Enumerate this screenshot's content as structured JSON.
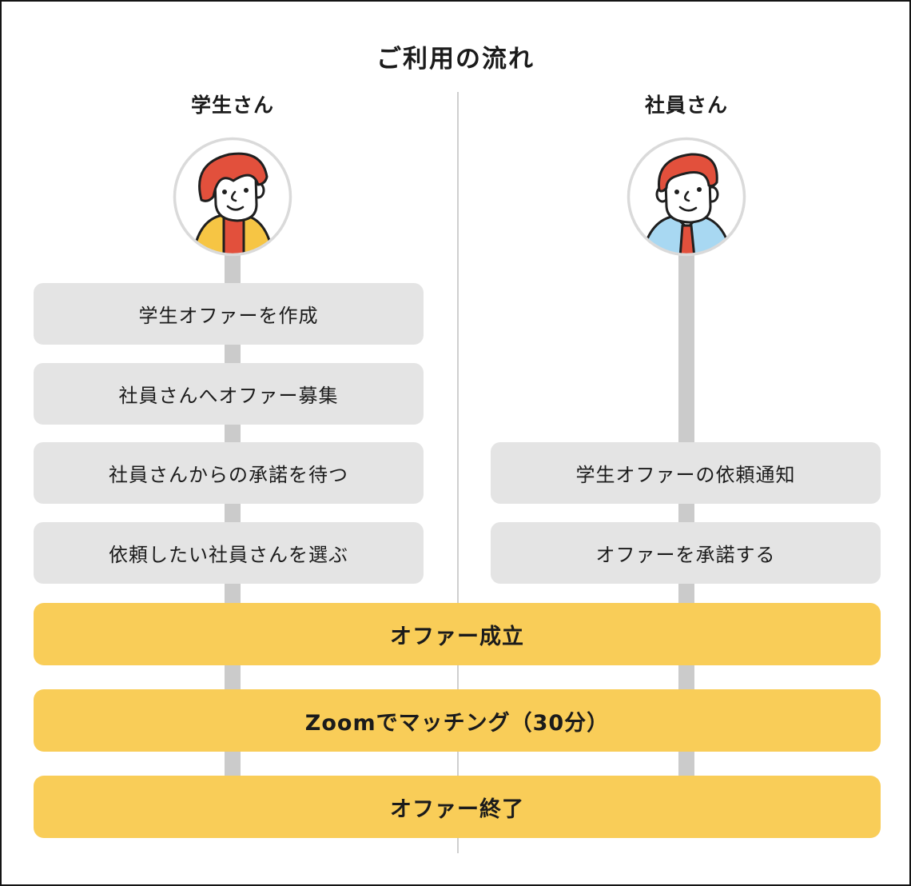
{
  "title": "ご利用の流れ",
  "columns": {
    "student": {
      "label": "学生さん"
    },
    "employee": {
      "label": "社員さん"
    }
  },
  "student_steps": [
    "学生オファーを作成",
    "社員さんへオファー募集",
    "社員さんからの承諾を待つ",
    "依頼したい社員さんを選ぶ"
  ],
  "employee_steps": [
    "学生オファーの依頼通知",
    "オファーを承諾する"
  ],
  "shared_steps": [
    "オファー成立",
    "Zoomでマッチング（30分）",
    "オファー終了"
  ],
  "colors": {
    "accent_yellow": "#F9CD58",
    "step_gray": "#E4E4E4",
    "line_gray": "#CBCBCB",
    "divider_gray": "#CFCFCF",
    "text_dark": "#1B1B1B",
    "hair_red": "#E2503C",
    "student_sweater_yellow": "#F6C544",
    "employee_shirt_blue": "#A8D8F2"
  }
}
